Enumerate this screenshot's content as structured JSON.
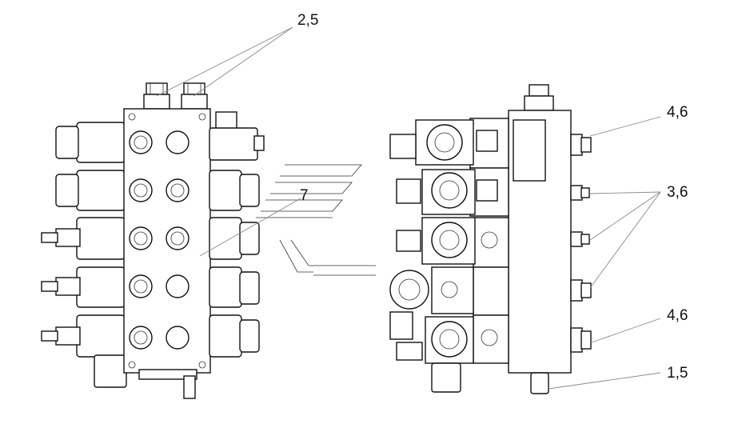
{
  "callouts": {
    "top": "2,5",
    "center": "7",
    "r1": "4,6",
    "r2": "3,6",
    "r3": "4,6",
    "r4": "1,5"
  }
}
